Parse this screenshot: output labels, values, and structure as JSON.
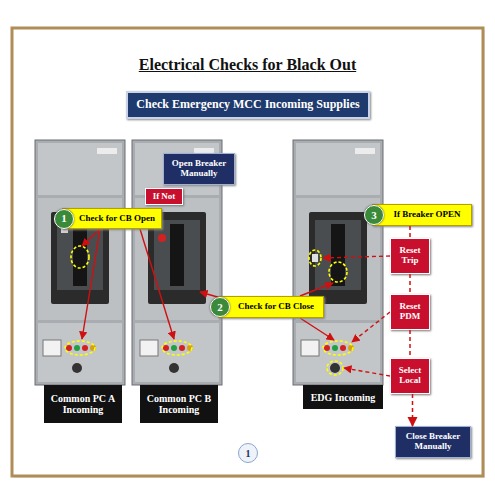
{
  "diagram": {
    "title": "Electrical Checks for Black Out",
    "nodes": [
      {
        "text": [
          "Check Emergency MCC Incoming Supplies"
        ]
      },
      {
        "text": [
          "Open Breaker Manually"
        ]
      },
      {
        "text": [
          "If Not"
        ]
      },
      {
        "text": [
          "1",
          "Check for CB Open"
        ]
      },
      {
        "text": [
          "3",
          "If Breaker OPEN"
        ]
      },
      {
        "text": [
          "Reset Trip"
        ]
      },
      {
        "text": [
          "2",
          "Check for CB Close"
        ]
      },
      {
        "text": [
          "Reset PDM"
        ]
      },
      {
        "text": [
          "Select Local"
        ]
      },
      {
        "text": [
          "Common PC A Incoming"
        ]
      },
      {
        "text": [
          "Common PC B Incoming"
        ]
      },
      {
        "text": [
          "EDG Incoming"
        ]
      },
      {
        "text": [
          "Close Breaker Manually"
        ]
      },
      {
        "text": [
          "1"
        ]
      }
    ],
    "edges": [
      {
        "from": 4,
        "to": 5,
        "arrow": "none"
      },
      {
        "from": 5,
        "to": 7,
        "arrow": "none"
      },
      {
        "from": 7,
        "to": 8,
        "arrow": "none"
      },
      {
        "from": 8,
        "to": 12,
        "arrow": "to"
      }
    ]
  }
}
